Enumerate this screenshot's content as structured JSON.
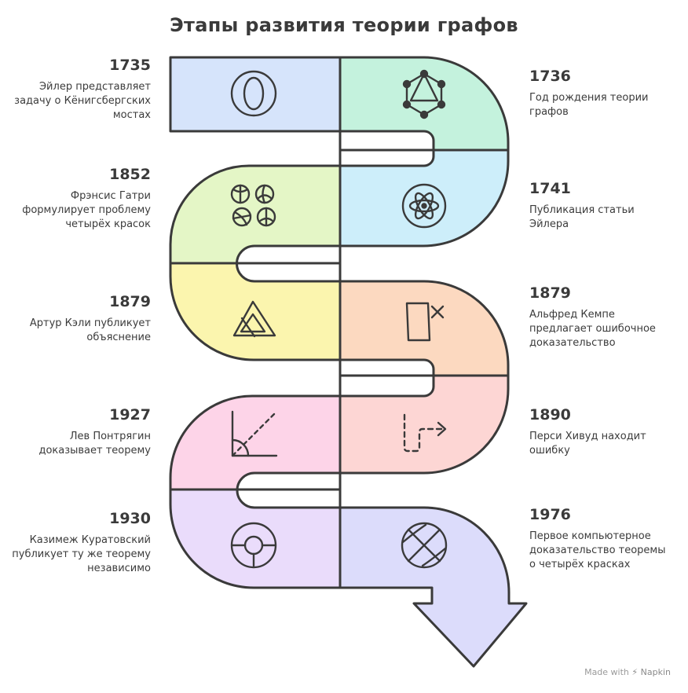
{
  "title": "Этапы развития теории графов",
  "footer": {
    "made_with": "Made with",
    "brand": "Napkin"
  },
  "colors": {
    "stroke": "#3a3a3a",
    "fills": [
      "#d6e4fb",
      "#c4f2dd",
      "#e4f6c6",
      "#cdeefa",
      "#fbf5ae",
      "#fcd9c0",
      "#fdd4e8",
      "#fdd6d4",
      "#eadcfb",
      "#dcdcfb"
    ]
  },
  "milestones": [
    {
      "year": "1735",
      "text": "Эйлер представляет задачу о Кёнигсбергских мостах",
      "icon": "opera-icon"
    },
    {
      "year": "1736",
      "text": "Год рождения теории графов",
      "icon": "graph-network-icon"
    },
    {
      "year": "1852",
      "text": "Фрэнсис Гатри формулирует проблему четырёх красок",
      "icon": "balls-icon"
    },
    {
      "year": "1741",
      "text": "Публикация статьи Эйлера",
      "icon": "atom-icon"
    },
    {
      "year": "1879",
      "text": "Артур Кэли публикует объяснение",
      "icon": "affinity-icon"
    },
    {
      "year": "1879",
      "text": "Альфред Кемпе предлагает ошибочное доказательство",
      "icon": "box-x-icon"
    },
    {
      "year": "1927",
      "text": "Лев Понтрягин доказывает теорему",
      "icon": "angle-icon"
    },
    {
      "year": "1890",
      "text": "Перси Хивуд находит ошибку",
      "icon": "route-arrow-icon"
    },
    {
      "year": "1930",
      "text": "Казимеж Куратовский публикует ту же теорему независимо",
      "icon": "circle-nodes-icon"
    },
    {
      "year": "1976",
      "text": "Первое компьютерное доказательство теоремы о четырёх красках",
      "icon": "basketball-icon"
    }
  ]
}
